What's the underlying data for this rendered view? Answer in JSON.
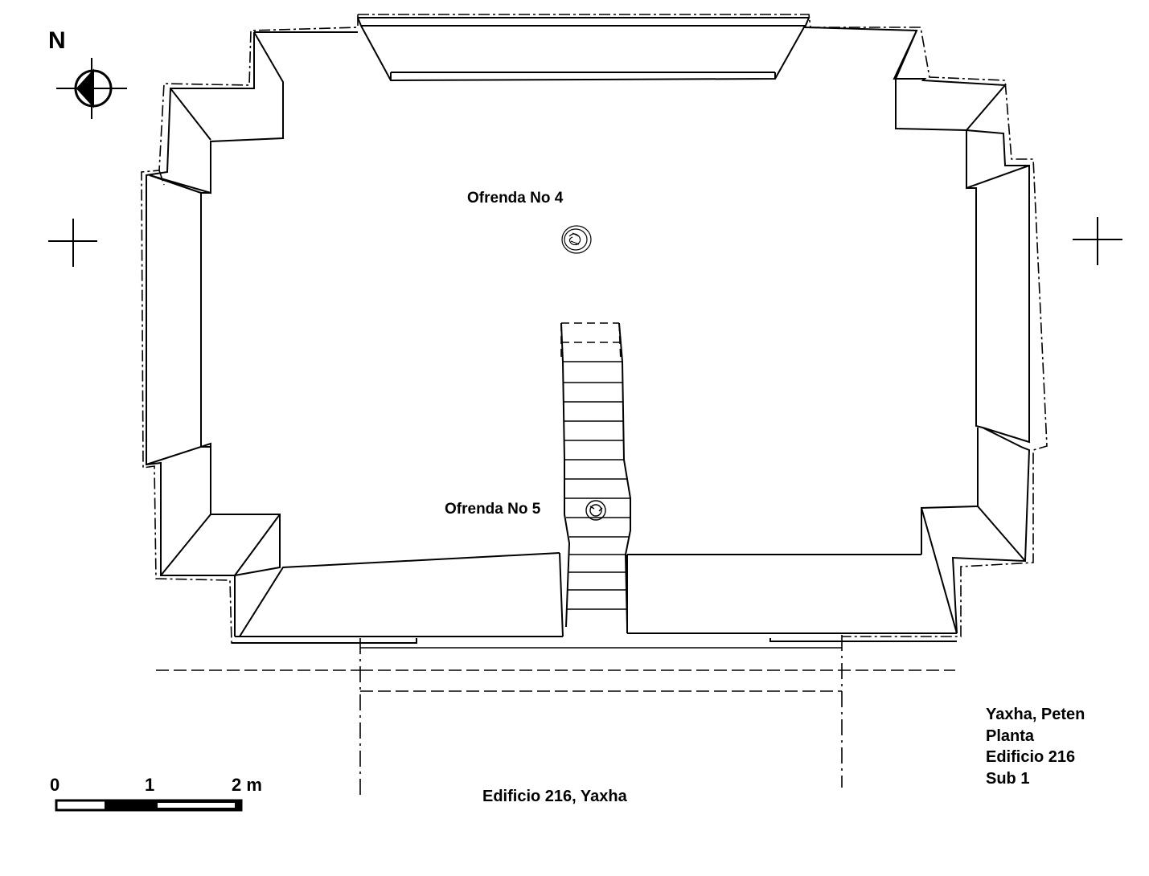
{
  "north_label": "N",
  "offerings": [
    {
      "label": "Ofrenda No 4"
    },
    {
      "label": "Ofrenda No 5"
    }
  ],
  "caption": "Edificio 216, Yaxha",
  "info_block": [
    "Yaxha, Peten",
    "Planta",
    "Edificio 216",
    "Sub 1"
  ],
  "scale_bar": {
    "ticks": [
      "0",
      "1",
      "2 m"
    ]
  }
}
